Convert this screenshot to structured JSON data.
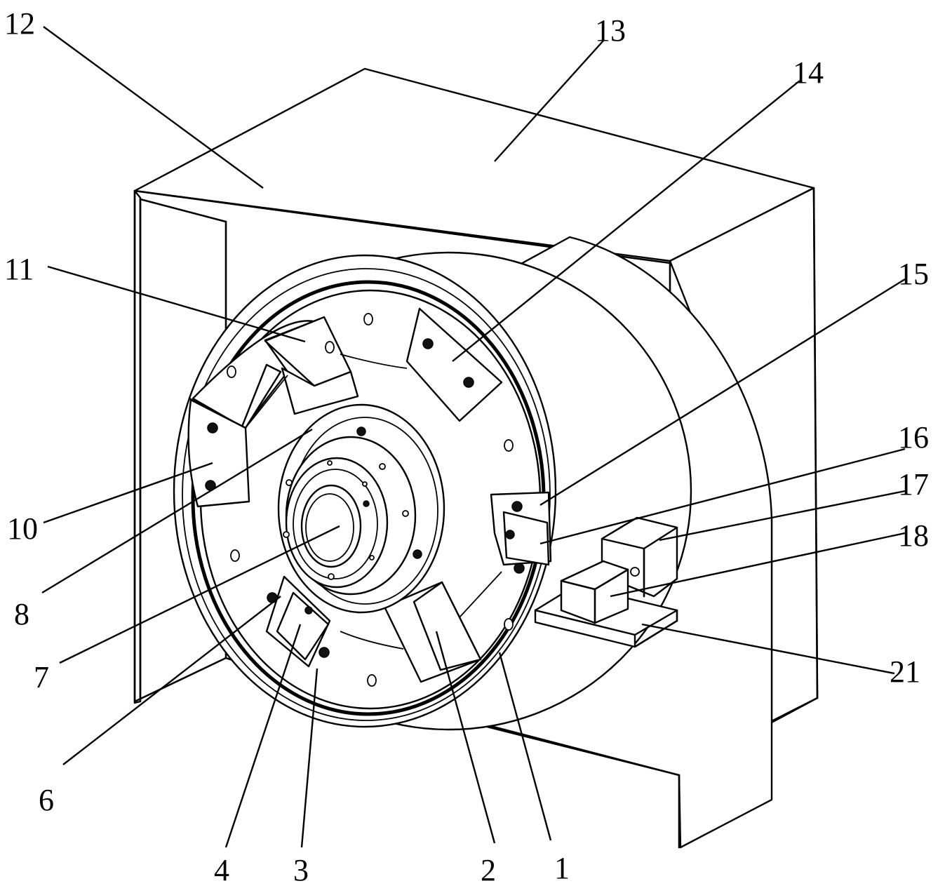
{
  "labels": [
    {
      "id": "12",
      "text": "12"
    },
    {
      "id": "13",
      "text": "13"
    },
    {
      "id": "14",
      "text": "14"
    },
    {
      "id": "11",
      "text": "11"
    },
    {
      "id": "15",
      "text": "15"
    },
    {
      "id": "16",
      "text": "16"
    },
    {
      "id": "17",
      "text": "17"
    },
    {
      "id": "18",
      "text": "18"
    },
    {
      "id": "10",
      "text": "10"
    },
    {
      "id": "21",
      "text": "21"
    },
    {
      "id": "8",
      "text": "8"
    },
    {
      "id": "7",
      "text": "7"
    },
    {
      "id": "6",
      "text": "6"
    },
    {
      "id": "4",
      "text": "4"
    },
    {
      "id": "3",
      "text": "3"
    },
    {
      "id": "2",
      "text": "2"
    },
    {
      "id": "1",
      "text": "1"
    }
  ]
}
